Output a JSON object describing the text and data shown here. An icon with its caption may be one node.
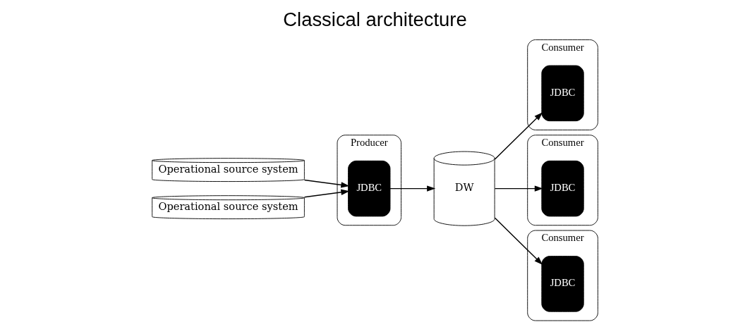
{
  "diagram": {
    "title": "Classical architecture",
    "nodes": [
      {
        "text": [
          "Operational source system"
        ]
      },
      {
        "text": [
          "Operational source system"
        ]
      },
      {
        "text": [
          "Producer"
        ]
      },
      {
        "text": [
          "JDBC"
        ],
        "in": 2
      },
      {
        "text": [
          "DW"
        ]
      },
      {
        "text": [
          "Consumer"
        ]
      },
      {
        "text": [
          "JDBC"
        ],
        "in": 5
      },
      {
        "text": [
          "Consumer"
        ]
      },
      {
        "text": [
          "JDBC"
        ],
        "in": 7
      },
      {
        "text": [
          "Consumer"
        ]
      },
      {
        "text": [
          "JDBC"
        ],
        "in": 9
      }
    ],
    "edges": [
      {
        "from": 0,
        "to": 3,
        "arrow": "to"
      },
      {
        "from": 1,
        "to": 3,
        "arrow": "to"
      },
      {
        "from": 3,
        "to": 4,
        "arrow": "to"
      },
      {
        "from": 4,
        "to": 6,
        "arrow": "to"
      },
      {
        "from": 4,
        "to": 8,
        "arrow": "to"
      },
      {
        "from": 4,
        "to": 10,
        "arrow": "to"
      }
    ]
  }
}
